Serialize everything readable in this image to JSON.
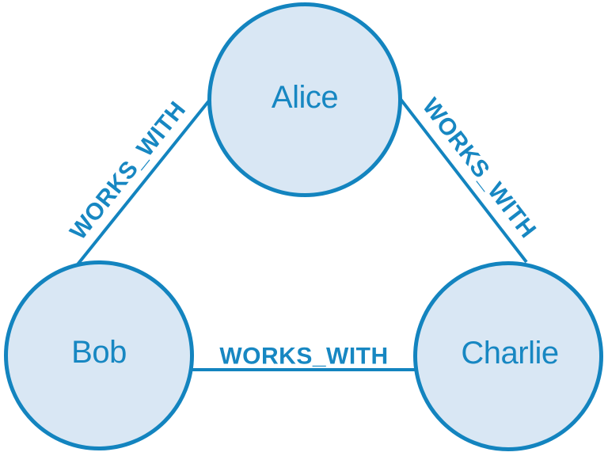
{
  "diagram": {
    "type": "graph",
    "background_color": "#ffffff",
    "colors": {
      "node_fill": "#d9e7f4",
      "node_border": "#1384bf",
      "edge_color": "#1384bf",
      "text_color": "#1787c2"
    },
    "nodes": [
      {
        "id": "alice",
        "label": "Alice"
      },
      {
        "id": "bob",
        "label": "Bob"
      },
      {
        "id": "charlie",
        "label": "Charlie"
      }
    ],
    "edges": [
      {
        "source": "Alice",
        "target": "Bob",
        "label": "WORKS_WITH"
      },
      {
        "source": "Alice",
        "target": "Charlie",
        "label": "WORKS_WITH"
      },
      {
        "source": "Bob",
        "target": "Charlie",
        "label": "WORKS_WITH"
      }
    ]
  }
}
